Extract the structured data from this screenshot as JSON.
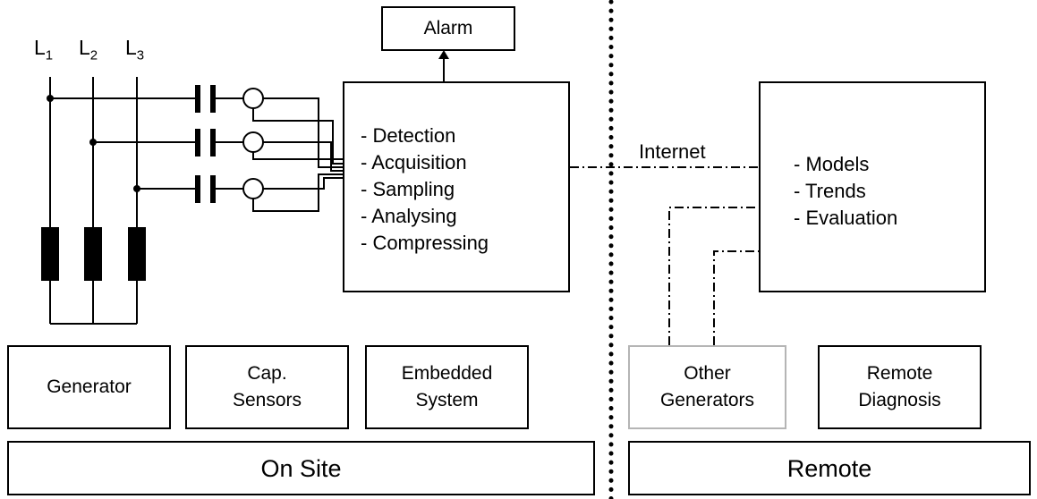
{
  "phases": [
    {
      "letter": "L",
      "index": "1"
    },
    {
      "letter": "L",
      "index": "2"
    },
    {
      "letter": "L",
      "index": "3"
    }
  ],
  "alarm": "Alarm",
  "embedded_functions": [
    "- Detection",
    "- Acquisition",
    "- Sampling",
    "- Analysing",
    "- Compressing"
  ],
  "internet_label": "Internet",
  "remote_functions": [
    "- Models",
    "- Trends",
    "- Evaluation"
  ],
  "components": {
    "generator": "Generator",
    "cap_sensors": {
      "line1": "Cap.",
      "line2": "Sensors"
    },
    "embedded_system": {
      "line1": "Embedded",
      "line2": "System"
    },
    "other_generators": {
      "line1": "Other",
      "line2": "Generators"
    },
    "remote_diagnosis": {
      "line1": "Remote",
      "line2": "Diagnosis"
    }
  },
  "sections": {
    "on_site": "On Site",
    "remote": "Remote"
  },
  "colors": {
    "line": "#000000",
    "other_generators_border": "#b5b5b5"
  }
}
